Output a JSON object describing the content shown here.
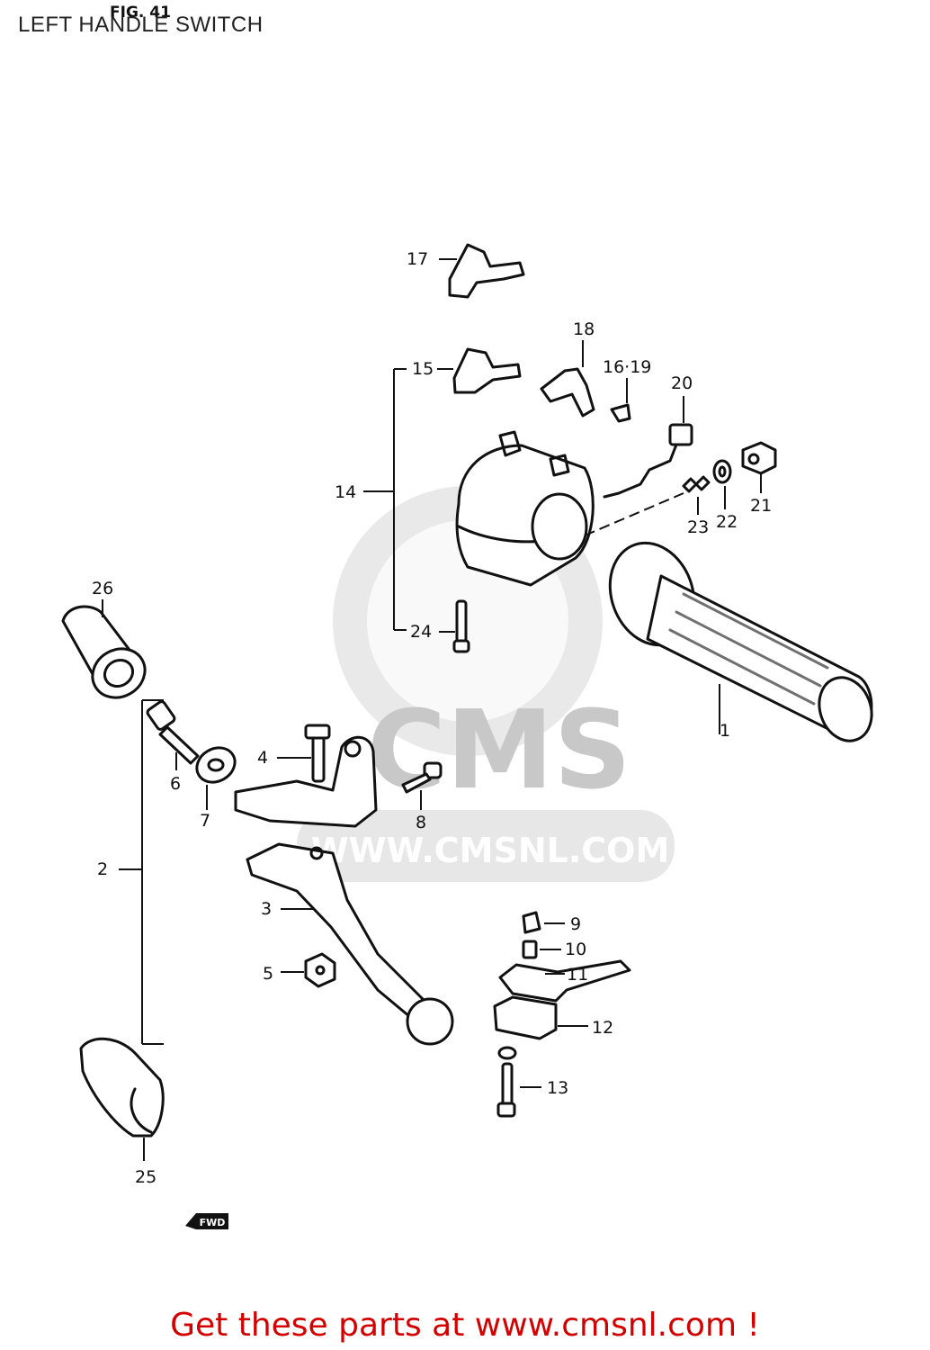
{
  "header": {
    "fig_label": "FIG. 41",
    "caption": "LEFT HANDLE SWITCH"
  },
  "watermark": {
    "brand": "CMS",
    "url": "WWW.CMSNL.COM"
  },
  "parts": {
    "p1": "1",
    "p2": "2",
    "p3": "3",
    "p4": "4",
    "p5": "5",
    "p6": "6",
    "p7": "7",
    "p8": "8",
    "p9": "9",
    "p10": "10",
    "p11": "11",
    "p12": "12",
    "p13": "13",
    "p14": "14",
    "p15": "15",
    "p16_19": "16·19",
    "p17": "17",
    "p18": "18",
    "p20": "20",
    "p21": "21",
    "p22": "22",
    "p23": "23",
    "p24": "24",
    "p25": "25",
    "p26": "26"
  },
  "direction": {
    "label": "FWD"
  },
  "footer": {
    "text": "Get these parts at www.cmsnl.com !"
  },
  "colors": {
    "footer": "#d40000",
    "watermark": "#cfcfcf",
    "ink": "#111111"
  }
}
